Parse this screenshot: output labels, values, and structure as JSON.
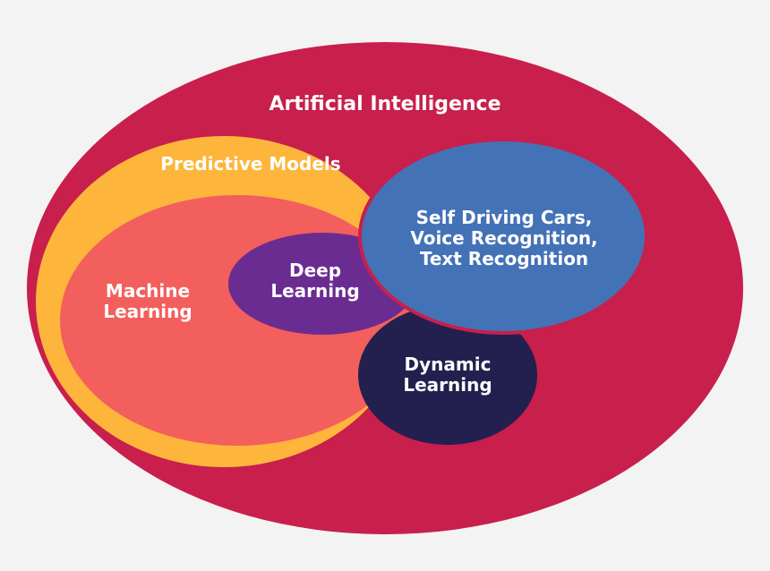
{
  "colors": {
    "background": "#f3f3f3",
    "artificial_intelligence": "#c81f4d",
    "predictive_models": "#fdb53b",
    "machine_learning": "#f25f5c",
    "deep_learning": "#6b2c91",
    "applications": "#4472b7",
    "dynamic_learning": "#231f4e",
    "text": "#ffffff"
  },
  "diagram": {
    "artificial_intelligence": "Artificial Intelligence",
    "predictive_models": "Predictive Models",
    "machine_learning": [
      "Machine",
      "Learning"
    ],
    "deep_learning": [
      "Deep",
      "Learning"
    ],
    "applications": [
      "Self Driving Cars,",
      "Voice Recognition,",
      "Text Recognition"
    ],
    "dynamic_learning": [
      "Dynamic",
      "Learning"
    ]
  }
}
